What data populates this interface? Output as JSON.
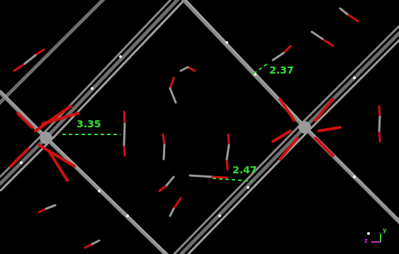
{
  "diagram": {
    "labels": [
      "2.37",
      "3.35",
      "2.47",
      "z",
      "y"
    ]
  }
}
